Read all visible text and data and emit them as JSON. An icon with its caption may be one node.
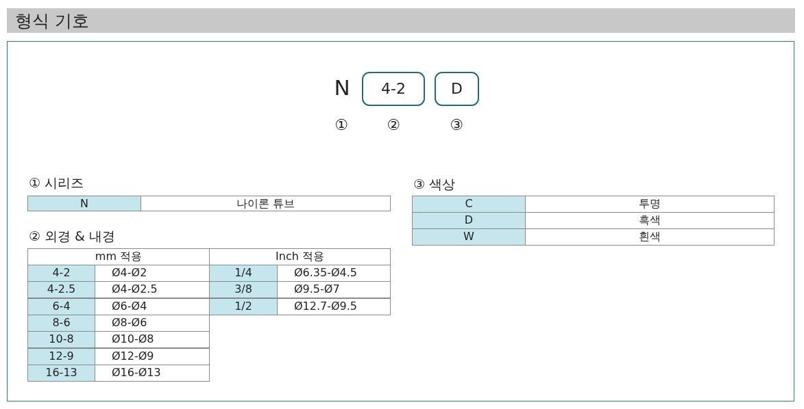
{
  "diagram": {
    "title": "형식 기호",
    "nodes": [
      {
        "text": [
          "4-2"
        ]
      },
      {
        "text": [
          "D"
        ]
      }
    ],
    "edges": [],
    "labels": [
      "N",
      "①",
      "②",
      "③",
      "① 시리즈",
      "N",
      "나이론 튜브",
      "② 외경 & 내경",
      "mm 적용",
      "Inch 적용",
      "4-2",
      "Ø4-Ø2",
      "4-2.5",
      "Ø4-Ø2.5",
      "6-4",
      "Ø6-Ø4",
      "8-6",
      "Ø8-Ø6",
      "10-8",
      "Ø10-Ø8",
      "12-9",
      "Ø12-Ø9",
      "16-13",
      "Ø16-Ø13",
      "1/4",
      "Ø6.35-Ø4.5",
      "3/8",
      "Ø9.5-Ø7",
      "1/2",
      "Ø12.7-Ø9.5",
      "③ 색상",
      "C",
      "투명",
      "D",
      "흑색",
      "W",
      "흰색"
    ]
  }
}
